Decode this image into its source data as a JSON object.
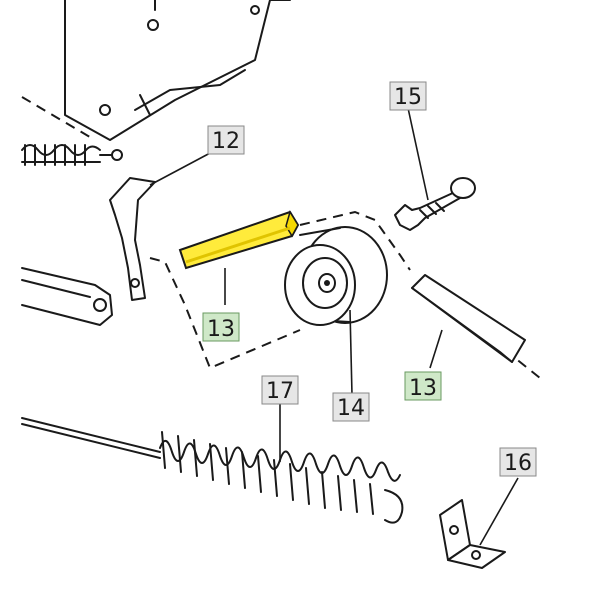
{
  "callouts": {
    "c12": "12",
    "c13a": "13",
    "c13b": "13",
    "c14": "14",
    "c15": "15",
    "c16": "16",
    "c17": "17"
  },
  "colors": {
    "highlight": "#ffeb3b",
    "highlight_shadow": "#f5d800",
    "ink": "#1a1a1a",
    "label_box": "#e6e6e6",
    "label_box_green": "#cfe8c8"
  },
  "icons": {
    "belt_guide_highlighted": "belt-guide-icon",
    "belt_guide_plain": "belt-guide-icon",
    "idler_pulley": "pulley-icon",
    "bolt": "bolt-icon",
    "spring": "spring-icon",
    "bracket": "bracket-icon",
    "angle_bracket": "angle-bracket-icon"
  }
}
